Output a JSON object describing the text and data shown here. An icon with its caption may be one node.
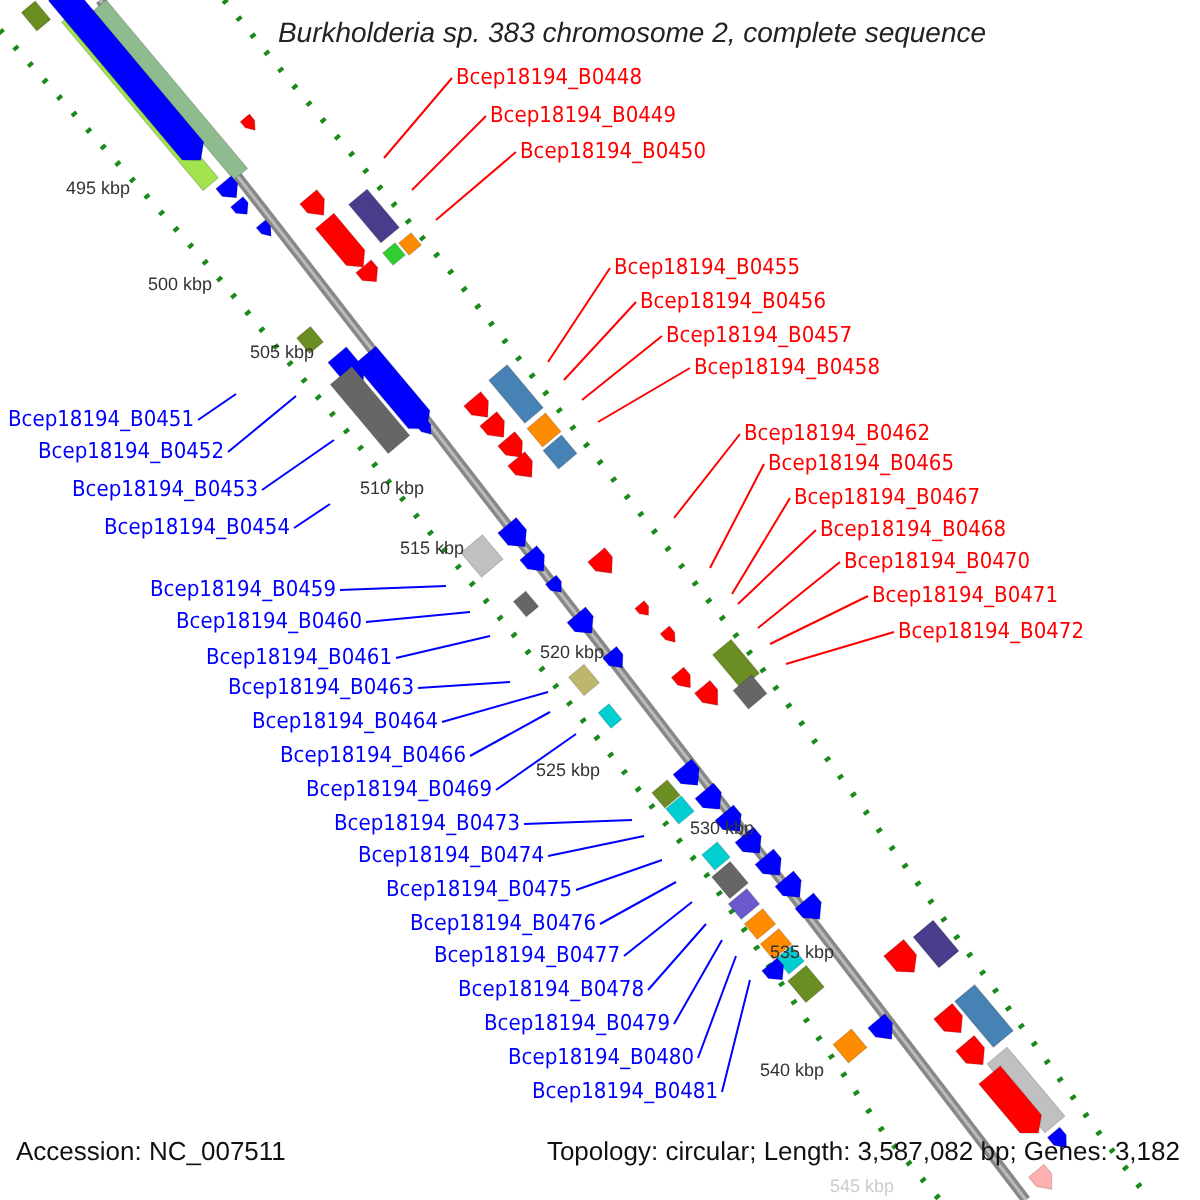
{
  "diagram": {
    "title": "Burkholderia sp. 383 chromosome 2, complete sequence",
    "nodes": [
      {
        "text": [
          "Bcep18194_B0448"
        ]
      },
      {
        "text": [
          "Bcep18194_B0449"
        ]
      },
      {
        "text": [
          "Bcep18194_B0450"
        ]
      },
      {
        "text": [
          "Bcep18194_B0455"
        ]
      },
      {
        "text": [
          "Bcep18194_B0456"
        ]
      },
      {
        "text": [
          "Bcep18194_B0457"
        ]
      },
      {
        "text": [
          "Bcep18194_B0458"
        ]
      },
      {
        "text": [
          "Bcep18194_B0462"
        ]
      },
      {
        "text": [
          "Bcep18194_B0465"
        ]
      },
      {
        "text": [
          "Bcep18194_B0467"
        ]
      },
      {
        "text": [
          "Bcep18194_B0468"
        ]
      },
      {
        "text": [
          "Bcep18194_B0470"
        ]
      },
      {
        "text": [
          "Bcep18194_B0471"
        ]
      },
      {
        "text": [
          "Bcep18194_B0472"
        ]
      },
      {
        "text": [
          "Bcep18194_B0451"
        ]
      },
      {
        "text": [
          "Bcep18194_B0452"
        ]
      },
      {
        "text": [
          "Bcep18194_B0453"
        ]
      },
      {
        "text": [
          "Bcep18194_B0454"
        ]
      },
      {
        "text": [
          "Bcep18194_B0459"
        ]
      },
      {
        "text": [
          "Bcep18194_B0460"
        ]
      },
      {
        "text": [
          "Bcep18194_B0461"
        ]
      },
      {
        "text": [
          "Bcep18194_B0463"
        ]
      },
      {
        "text": [
          "Bcep18194_B0464"
        ]
      },
      {
        "text": [
          "Bcep18194_B0466"
        ]
      },
      {
        "text": [
          "Bcep18194_B0469"
        ]
      },
      {
        "text": [
          "Bcep18194_B0473"
        ]
      },
      {
        "text": [
          "Bcep18194_B0474"
        ]
      },
      {
        "text": [
          "Bcep18194_B0475"
        ]
      },
      {
        "text": [
          "Bcep18194_B0476"
        ]
      },
      {
        "text": [
          "Bcep18194_B0477"
        ]
      },
      {
        "text": [
          "Bcep18194_B0478"
        ]
      },
      {
        "text": [
          "Bcep18194_B0479"
        ]
      },
      {
        "text": [
          "Bcep18194_B0480"
        ]
      },
      {
        "text": [
          "Bcep18194_B0481"
        ]
      }
    ],
    "edges": [
      {
        "from": 0,
        "to": null,
        "arrow": "none",
        "color": "#ff0000"
      },
      {
        "from": 1,
        "to": null,
        "arrow": "none",
        "color": "#ff0000"
      },
      {
        "from": 2,
        "to": null,
        "arrow": "none",
        "color": "#ff0000"
      },
      {
        "from": 3,
        "to": null,
        "arrow": "none",
        "color": "#ff0000"
      },
      {
        "from": 4,
        "to": null,
        "arrow": "none",
        "color": "#ff0000"
      },
      {
        "from": 5,
        "to": null,
        "arrow": "none",
        "color": "#ff0000"
      },
      {
        "from": 6,
        "to": null,
        "arrow": "none",
        "color": "#ff0000"
      },
      {
        "from": 7,
        "to": null,
        "arrow": "none",
        "color": "#ff0000"
      },
      {
        "from": 8,
        "to": null,
        "arrow": "none",
        "color": "#ff0000"
      },
      {
        "from": 9,
        "to": null,
        "arrow": "none",
        "color": "#ff0000"
      },
      {
        "from": 10,
        "to": null,
        "arrow": "none",
        "color": "#ff0000"
      },
      {
        "from": 11,
        "to": null,
        "arrow": "none",
        "color": "#ff0000"
      },
      {
        "from": 12,
        "to": null,
        "arrow": "none",
        "color": "#ff0000"
      },
      {
        "from": 13,
        "to": null,
        "arrow": "none",
        "color": "#ff0000"
      },
      {
        "from": 14,
        "to": null,
        "arrow": "none"
      },
      {
        "from": 15,
        "to": null,
        "arrow": "none"
      },
      {
        "from": 16,
        "to": null,
        "arrow": "none"
      },
      {
        "from": 17,
        "to": null,
        "arrow": "none"
      },
      {
        "from": 18,
        "to": null,
        "arrow": "none"
      },
      {
        "from": 19,
        "to": null,
        "arrow": "none"
      },
      {
        "from": 20,
        "to": null,
        "arrow": "none"
      },
      {
        "from": 21,
        "to": null,
        "arrow": "none"
      },
      {
        "from": 22,
        "to": null,
        "arrow": "none"
      },
      {
        "from": 23,
        "to": null,
        "arrow": "none"
      },
      {
        "from": 24,
        "to": null,
        "arrow": "none"
      },
      {
        "from": 25,
        "to": null,
        "arrow": "none"
      },
      {
        "from": 26,
        "to": null,
        "arrow": "none"
      },
      {
        "from": 27,
        "to": null,
        "arrow": "none"
      },
      {
        "from": 28,
        "to": null,
        "arrow": "none"
      },
      {
        "from": 29,
        "to": null,
        "arrow": "none"
      },
      {
        "from": 30,
        "to": null,
        "arrow": "none"
      },
      {
        "from": 31,
        "to": null,
        "arrow": "none"
      },
      {
        "from": 32,
        "to": null,
        "arrow": "none"
      },
      {
        "from": 33,
        "to": null,
        "arrow": "none"
      }
    ],
    "labels": [
      "495 kbp",
      "500 kbp",
      "505 kbp",
      "510 kbp",
      "515 kbp",
      "520 kbp",
      "525 kbp",
      "530 kbp",
      "535 kbp",
      "540 kbp",
      "545 kbp",
      "Accession: NC_007511",
      "Topology: circular; Length: 3,587,082 bp; Genes: 3,182"
    ]
  }
}
